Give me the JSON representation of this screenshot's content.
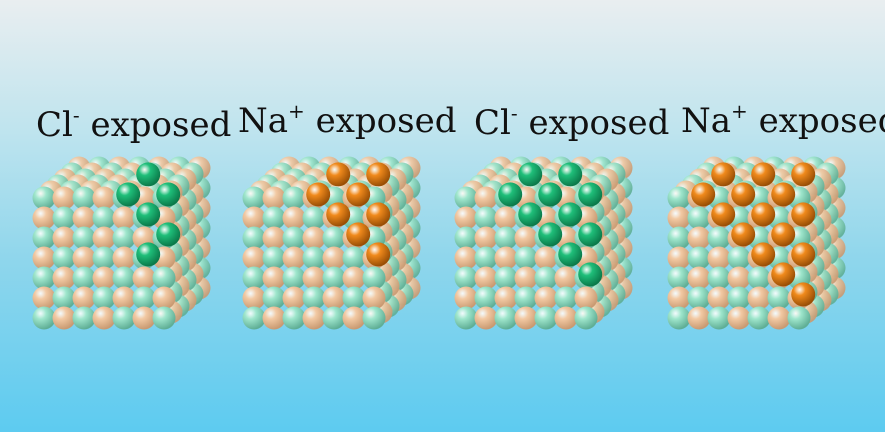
{
  "labels": [
    {
      "element": "Cl",
      "charge": "-",
      "text": "exposed"
    },
    {
      "element": "Na",
      "charge": "+",
      "text": "exposed"
    },
    {
      "element": "Cl",
      "charge": "-",
      "text": "exposed"
    },
    {
      "element": "Na",
      "charge": "+",
      "text": "exposed"
    }
  ],
  "colors": {
    "cl_light": "#9fe6cc",
    "na_light": "#f2c9a3",
    "cl_highlight": "#1fbf7a",
    "na_highlight": "#f08a1c",
    "background_top": "#e9eef0",
    "background_bottom": "#5dcbf0"
  },
  "crystals": [
    {
      "name": "crystal-cl-small",
      "highlight": "cl"
    },
    {
      "name": "crystal-na-small",
      "highlight": "na"
    },
    {
      "name": "crystal-cl-large",
      "highlight": "cl"
    },
    {
      "name": "crystal-na-large",
      "highlight": "na"
    }
  ]
}
